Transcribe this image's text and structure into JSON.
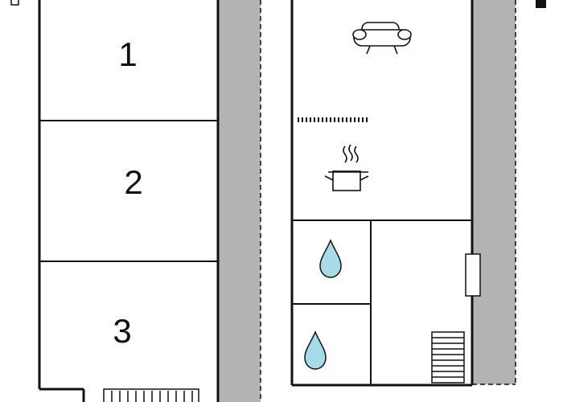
{
  "floors": [
    {
      "rooms": [
        {
          "number": "1"
        },
        {
          "number": "2"
        },
        {
          "number": "3"
        }
      ]
    },
    {
      "icons": [
        "sofa-icon",
        "stove-pot-icon",
        "water-drop-icon",
        "water-drop-icon",
        "stairs-icon",
        "window-icon"
      ]
    }
  ],
  "colors": {
    "wall": "#111111",
    "balcony": "#b3b3b3",
    "water": "#a6dbe8",
    "background": "#ffffff"
  }
}
